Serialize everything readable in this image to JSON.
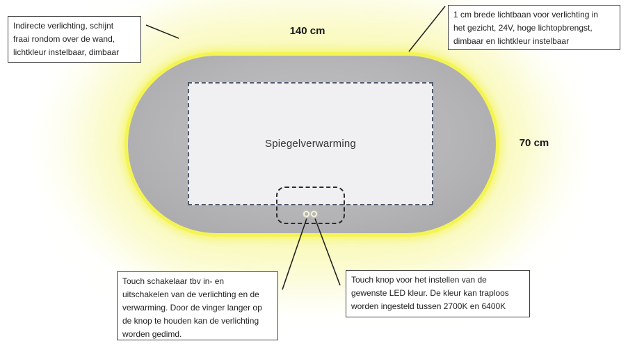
{
  "labels": {
    "width_dim": "140 cm",
    "height_dim": "70 cm",
    "heating_area": "Spiegelverwarming"
  },
  "notes": {
    "indirect_lighting": [
      "Indirecte verlichting, schijnt",
      "fraai rondom over de wand,",
      "lichtkleur instelbaar, dimbaar"
    ],
    "light_band": [
      "1 cm brede lichtbaan voor verlichting in",
      "het gezicht, 24V, hoge lichtopbrengst,",
      "dimbaar en lichtkleur instelbaar"
    ],
    "touch_switch": [
      "Touch schakelaar tbv in- en",
      "uitschakelen van de verlichting en de",
      "verwarming. Door de vinger langer op",
      "de knop te houden kan de verlichting",
      "worden gedimd."
    ],
    "touch_color": [
      "Touch knop voor het instellen van de",
      "gewenste LED kleur. De kleur kan traploos",
      "worden ingesteld tussen 2700K en 6400K"
    ]
  },
  "colors": {
    "led_glow_yellow": "#f4f454",
    "ambient_glow": "#fbfbc4",
    "mirror_gray": "#b5b5b7",
    "heater_fill": "#f0f0f2",
    "heater_dash_border": "#4e5a6e",
    "outline_dark": "#2a2a2a"
  }
}
